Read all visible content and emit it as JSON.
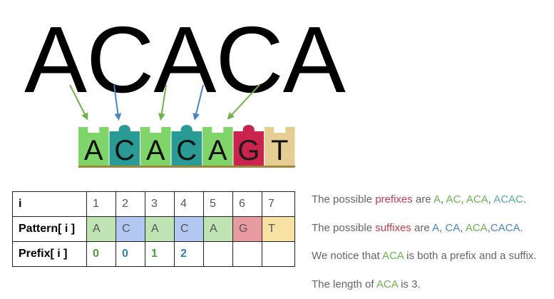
{
  "title": "ACACA",
  "dna_strip": {
    "letters": [
      "A",
      "C",
      "A",
      "C",
      "A",
      "G",
      "T"
    ],
    "colors": {
      "A": "#7fd46a",
      "C": "#2a9a95",
      "G": "#c8244e",
      "T": "#e6cd93"
    },
    "arrow_colors": [
      "#6fb24a",
      "#4a86c0",
      "#6fb24a",
      "#4a86c0",
      "#6fb24a"
    ]
  },
  "table": {
    "row_i_label": "i",
    "row_pattern_label": "Pattern[ i ]",
    "row_prefix_label": "Prefix[ i ]",
    "indices": [
      "1",
      "2",
      "3",
      "4",
      "5",
      "6",
      "7"
    ],
    "pattern": [
      "A",
      "C",
      "A",
      "C",
      "A",
      "G",
      "T"
    ],
    "pattern_cell_colors": [
      "#bfe3b2",
      "#b3c8f0",
      "#bfe3b2",
      "#b3c8f0",
      "#bfe3b2",
      "#e79a9f",
      "#f8e2a3"
    ],
    "prefix": [
      "0",
      "0",
      "1",
      "2",
      "",
      "",
      ""
    ],
    "prefix_colors": [
      "#4f9c3a",
      "#2f83b3",
      "#4f9c3a",
      "#2f83b3",
      "",
      "",
      ""
    ]
  },
  "notes": {
    "line1_pre": "The possible ",
    "line1_word": "prefixes",
    "line1_mid": " are ",
    "line1_items": [
      "A",
      ", ",
      "AC",
      ", ",
      "ACA",
      ", ",
      "ACAC",
      "."
    ],
    "line2_pre": "The possible ",
    "line2_word": "suffixes",
    "line2_mid": " are ",
    "line2_items": [
      "A",
      ", ",
      "CA",
      ", ",
      "ACA",
      ",",
      "CACA",
      "."
    ],
    "line3_pre": "We notice that ",
    "line3_word": "ACA",
    "line3_post": " is both a prefix and a suffix.",
    "line4_pre": "The length of ",
    "line4_word": "ACA",
    "line4_post": " is 3."
  },
  "colors": {
    "accent_red": "#c63a4f",
    "accent_green": "#6ab24f",
    "accent_blue": "#4a86c0"
  }
}
